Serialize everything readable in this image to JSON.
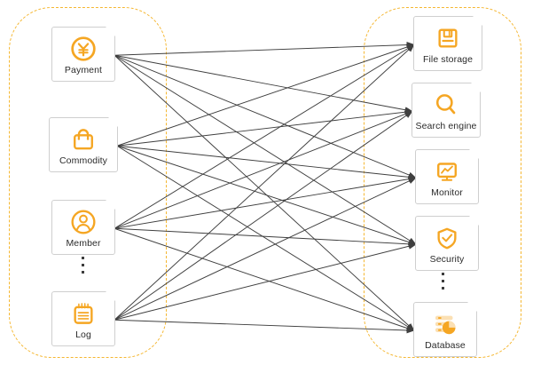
{
  "diagram": {
    "type": "bipartite-connection-diagram",
    "background": "#ffffff",
    "accent_color": "#f5b731",
    "edge_color": "#3f3f3f",
    "card_border_color": "#cfcfcf",
    "left_group": {
      "name": "left-service-group",
      "border_style": "dashed",
      "border_color": "#f5b731",
      "nodes": [
        {
          "id": "payment",
          "label": "Payment",
          "icon": "yen-coin-icon"
        },
        {
          "id": "commodity",
          "label": "Commodity",
          "icon": "shopping-bag-icon"
        },
        {
          "id": "member",
          "label": "Member",
          "icon": "user-circle-icon"
        },
        {
          "id": "log",
          "label": "Log",
          "icon": "notepad-icon"
        }
      ],
      "ellipsis_between": [
        "member",
        "log"
      ]
    },
    "right_group": {
      "name": "right-infrastructure-group",
      "border_style": "dashed",
      "border_color": "#f5b731",
      "nodes": [
        {
          "id": "file-storage",
          "label": "File storage",
          "icon": "floppy-disk-icon"
        },
        {
          "id": "search-engine",
          "label": "Search engine",
          "icon": "magnifier-icon"
        },
        {
          "id": "monitor",
          "label": "Monitor",
          "icon": "monitor-chart-icon"
        },
        {
          "id": "security",
          "label": "Security",
          "icon": "shield-check-icon"
        },
        {
          "id": "database",
          "label": "Database",
          "icon": "database-pie-icon"
        }
      ],
      "ellipsis_between": [
        "security",
        "database"
      ]
    },
    "edges": {
      "style": "straight-arrow",
      "arrowhead": "filled-triangle",
      "description": "every left node connects to every right node",
      "count": 20,
      "pairs": [
        [
          "payment",
          "file-storage"
        ],
        [
          "payment",
          "search-engine"
        ],
        [
          "payment",
          "monitor"
        ],
        [
          "payment",
          "security"
        ],
        [
          "payment",
          "database"
        ],
        [
          "commodity",
          "file-storage"
        ],
        [
          "commodity",
          "search-engine"
        ],
        [
          "commodity",
          "monitor"
        ],
        [
          "commodity",
          "security"
        ],
        [
          "commodity",
          "database"
        ],
        [
          "member",
          "file-storage"
        ],
        [
          "member",
          "search-engine"
        ],
        [
          "member",
          "monitor"
        ],
        [
          "member",
          "security"
        ],
        [
          "member",
          "database"
        ],
        [
          "log",
          "file-storage"
        ],
        [
          "log",
          "search-engine"
        ],
        [
          "log",
          "monitor"
        ],
        [
          "log",
          "security"
        ],
        [
          "log",
          "database"
        ]
      ]
    }
  }
}
